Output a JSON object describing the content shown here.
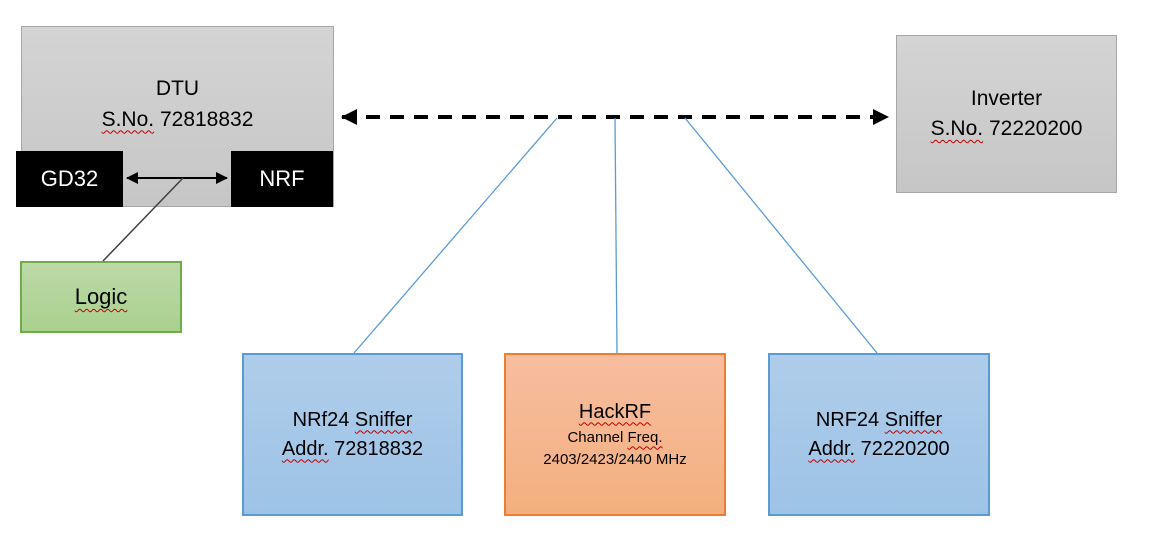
{
  "diagram": {
    "nodes": {
      "dtu": {
        "title": "DTU",
        "serial_label": "S.No.",
        "serial": "72818832"
      },
      "gd32": {
        "label": "GD32"
      },
      "nrf": {
        "label": "NRF"
      },
      "logic": {
        "label": "Logic"
      },
      "inverter": {
        "title": "Inverter",
        "serial_label": "S.No.",
        "serial": "72220200"
      },
      "sniffer1": {
        "name": "NRf24",
        "kind": "Sniffer",
        "addr_label": "Addr.",
        "addr": "72818832"
      },
      "hackrf": {
        "title": "HackRF",
        "freq_label_a": "Channel",
        "freq_label_b": "Freq.",
        "frequencies": "2403/2423/2440 MHz"
      },
      "sniffer2": {
        "name": "NRF24",
        "kind": "Sniffer",
        "addr_label": "Addr.",
        "addr": "72220200"
      }
    },
    "connections": [
      "DTU <-> Inverter (dashed rf link)",
      "GD32 <-> NRF (internal bus)",
      "GD32/NRF bus -> Logic",
      "rf link -> NRf24 Sniffer 72818832",
      "rf link -> HackRF",
      "rf link -> NRF24 Sniffer 72220200"
    ],
    "colors": {
      "gray_fill": "#cbcbcb",
      "gray_border": "#a6a6a6",
      "black_fill": "#000000",
      "green_fill": "#a9d18e",
      "green_border": "#70ad47",
      "blue_fill": "#9dc3e6",
      "blue_border": "#5b9bd5",
      "orange_fill": "#f4b183",
      "orange_border": "#ed7d31",
      "connector_blue": "#5b9bd5",
      "arrow_black": "#000000",
      "squiggle_red": "#c00000"
    }
  }
}
